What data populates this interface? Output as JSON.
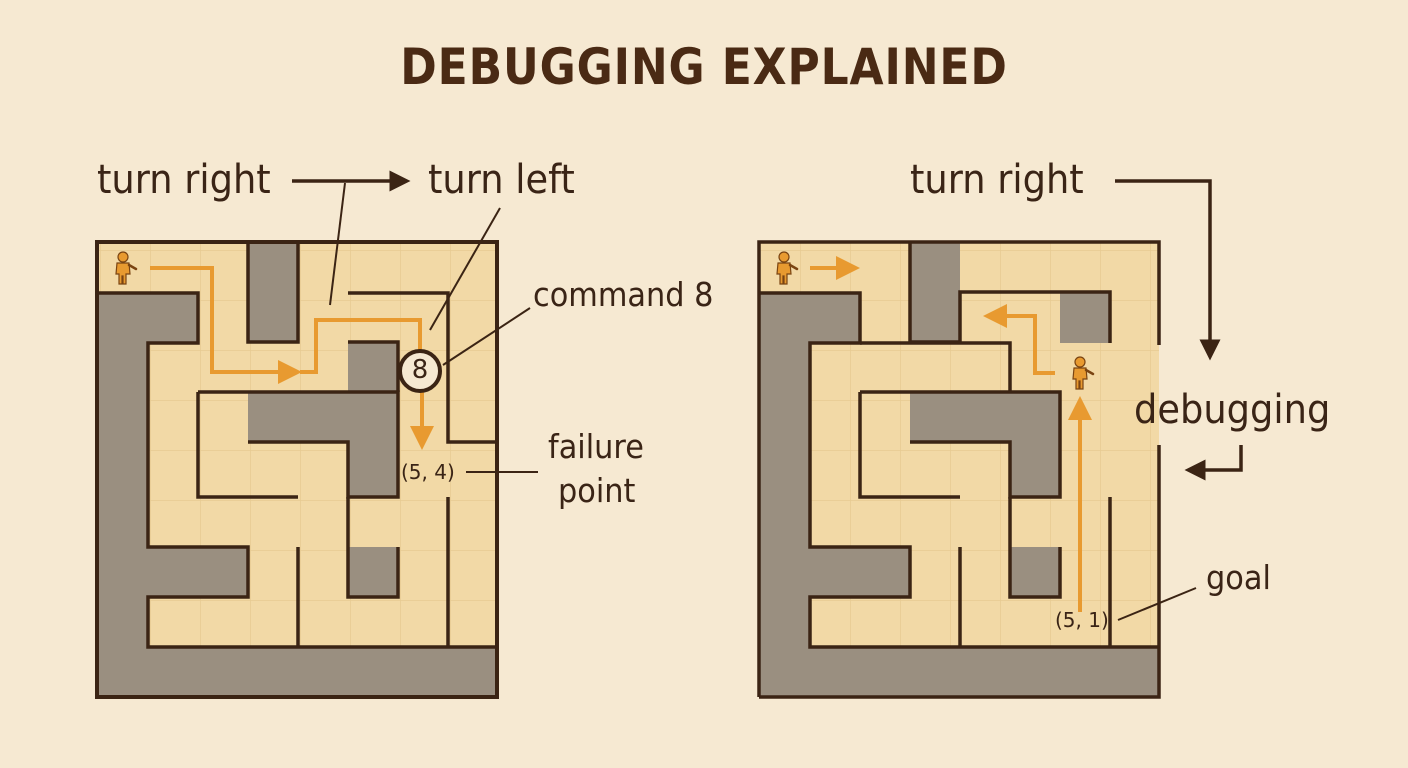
{
  "title": "DEBUGGING EXPLAINED",
  "colors": {
    "background": "#f6e9d2",
    "path_tile": "#f2d9a6",
    "wall": "#9a8f80",
    "wall_line": "#3b2414",
    "route": "#e89a30",
    "agent": "#e89a30",
    "text": "#3a2416"
  },
  "left_panel": {
    "label_turn_right": "turn right",
    "label_turn_left": "turn left",
    "label_command": "command 8",
    "command_number": "8",
    "coordinate": "(5, 4)",
    "label_failure_line1": "failure",
    "label_failure_line2": "point",
    "agent_icon": "person-icon"
  },
  "right_panel": {
    "label_turn_right": "turn right",
    "label_debugging": "debugging",
    "coordinate": "(5, 1)",
    "label_goal": "goal",
    "agent_icon": "person-icon"
  }
}
